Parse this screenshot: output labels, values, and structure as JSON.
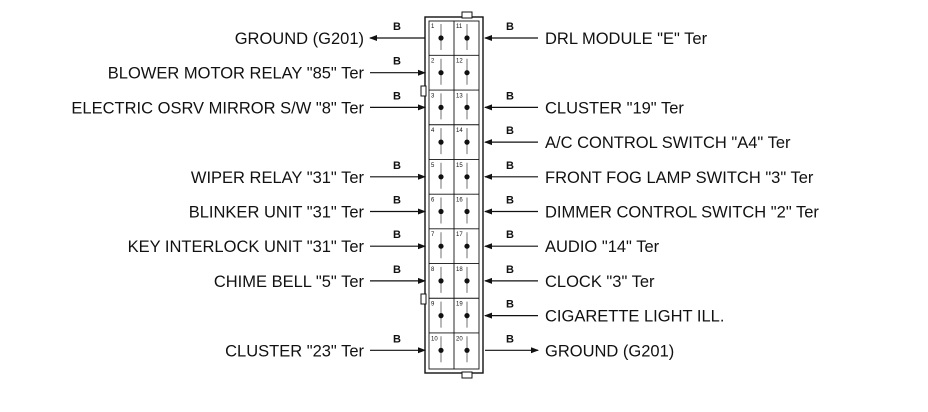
{
  "wire_color": "B",
  "left_labels": [
    {
      "text": "GROUND (G201)",
      "pin": 1,
      "dir": "out"
    },
    {
      "text": "BLOWER MOTOR RELAY \"85\" Ter",
      "pin": 2,
      "dir": "in"
    },
    {
      "text": "ELECTRIC OSRV MIRROR S/W \"8\" Ter",
      "pin": 3,
      "dir": "in"
    },
    {
      "text": "WIPER RELAY \"31\" Ter",
      "pin": 5,
      "dir": "in"
    },
    {
      "text": "BLINKER UNIT \"31\" Ter",
      "pin": 6,
      "dir": "in"
    },
    {
      "text": "KEY INTERLOCK UNIT \"31\" Ter",
      "pin": 7,
      "dir": "in"
    },
    {
      "text": "CHIME BELL \"5\" Ter",
      "pin": 8,
      "dir": "in"
    },
    {
      "text": "CLUSTER \"23\" Ter",
      "pin": 10,
      "dir": "in"
    }
  ],
  "right_labels": [
    {
      "text": "DRL MODULE \"E\" Ter",
      "pin": 11,
      "dir": "in"
    },
    {
      "text": "CLUSTER \"19\" Ter",
      "pin": 13,
      "dir": "in"
    },
    {
      "text": "A/C CONTROL SWITCH \"A4\" Ter",
      "pin": 14,
      "dir": "in"
    },
    {
      "text": "FRONT FOG LAMP SWITCH \"3\" Ter",
      "pin": 15,
      "dir": "in"
    },
    {
      "text": "DIMMER CONTROL SWITCH \"2\" Ter",
      "pin": 16,
      "dir": "in"
    },
    {
      "text": "AUDIO \"14\" Ter",
      "pin": 17,
      "dir": "in"
    },
    {
      "text": "CLOCK \"3\" Ter",
      "pin": 18,
      "dir": "in"
    },
    {
      "text": "CIGARETTE LIGHT ILL.",
      "pin": 19,
      "dir": "in"
    },
    {
      "text": "GROUND (G201)",
      "pin": 20,
      "dir": "out"
    }
  ],
  "pins_left": [
    1,
    2,
    3,
    4,
    5,
    6,
    7,
    8,
    9,
    10
  ],
  "pins_right": [
    11,
    12,
    13,
    14,
    15,
    16,
    17,
    18,
    19,
    20
  ]
}
